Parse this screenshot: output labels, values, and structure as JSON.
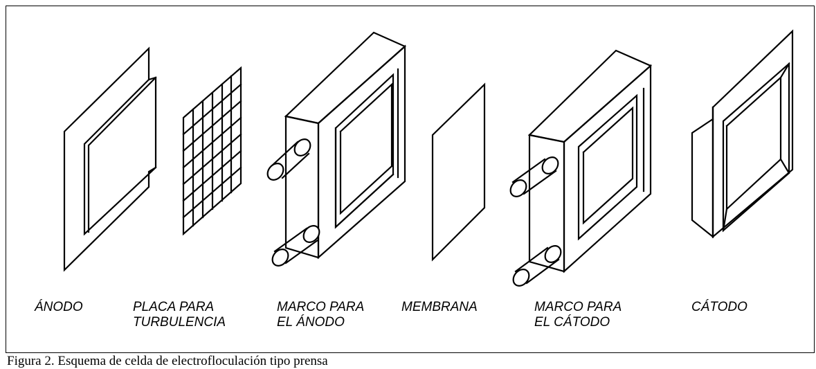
{
  "labels": {
    "anode": "ÁNODO",
    "turbulence_line1": "PLACA PARA",
    "turbulence_line2": "TURBULENCIA",
    "anode_frame_line1": "MARCO PARA",
    "anode_frame_line2": "EL ÁNODO",
    "membrane": "MEMBRANA",
    "cathode_frame_line1": "MARCO PARA",
    "cathode_frame_line2": "EL CÁTODO",
    "cathode": "CÁTODO"
  },
  "caption": "Figura 2. Esquema de celda de electrofloculación tipo prensa"
}
